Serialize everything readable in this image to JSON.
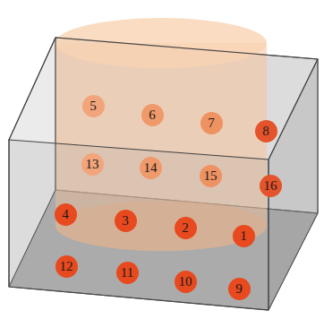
{
  "diagram": {
    "nodes": [
      {
        "text": [
          "5"
        ]
      },
      {
        "text": [
          "6"
        ]
      },
      {
        "text": [
          "7"
        ]
      },
      {
        "text": [
          "8"
        ]
      },
      {
        "text": [
          "13"
        ]
      },
      {
        "text": [
          "14"
        ]
      },
      {
        "text": [
          "15"
        ]
      },
      {
        "text": [
          "16"
        ]
      },
      {
        "text": [
          "4"
        ]
      },
      {
        "text": [
          "3"
        ]
      },
      {
        "text": [
          "2"
        ]
      },
      {
        "text": [
          "1"
        ]
      },
      {
        "text": [
          "12"
        ]
      },
      {
        "text": [
          "11"
        ]
      },
      {
        "text": [
          "10"
        ]
      },
      {
        "text": [
          "9"
        ]
      }
    ]
  }
}
